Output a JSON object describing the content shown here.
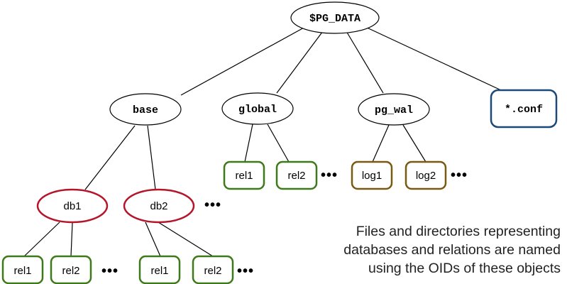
{
  "colors": {
    "edge": "#000000",
    "directory_stroke": "#000000",
    "database_stroke": "#b5152b",
    "relation_stroke": "#3f7a1a",
    "wal_stroke": "#7a5a12",
    "config_stroke": "#1c4a78"
  },
  "nodes": {
    "root": "$PG_DATA",
    "base": "base",
    "global": "global",
    "pg_wal": "pg_wal",
    "conf": "*.conf",
    "db1": "db1",
    "db2": "db2",
    "global_rel1": "rel1",
    "global_rel2": "rel2",
    "wal_log1": "log1",
    "wal_log2": "log2",
    "db1_rel1": "rel1",
    "db1_rel2": "rel2",
    "db2_rel1": "rel1",
    "db2_rel2": "rel2"
  },
  "ellipsis": "•••",
  "caption": {
    "line1": "Files and directories representing",
    "line2": "databases and relations are named",
    "line3": "using the OIDs of these objects"
  }
}
